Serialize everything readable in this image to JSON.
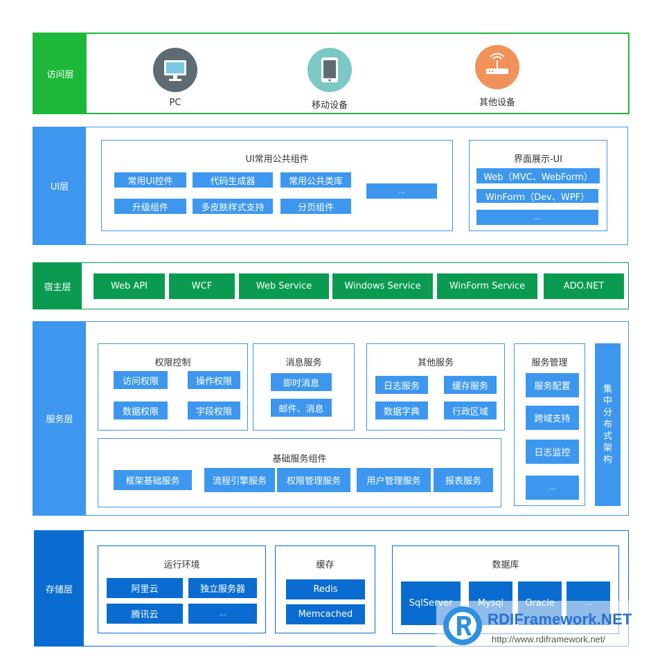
{
  "access": {
    "label": "访问层",
    "devices": [
      {
        "name": "PC",
        "icon": "monitor-icon",
        "color": "#5f6b73"
      },
      {
        "name": "移动设备",
        "icon": "tablet-icon",
        "color": "#7cc8c4"
      },
      {
        "name": "其他设备",
        "icon": "router-icon",
        "color": "#f09259"
      }
    ]
  },
  "ui": {
    "label": "UI层",
    "common": {
      "title": "UI常用公共组件",
      "items": [
        "常用UI控件",
        "代码生成器",
        "常用公共类库",
        "...",
        "升级组件",
        "多皮肤样式支持",
        "分页组件"
      ]
    },
    "display": {
      "title": "界面展示-UI",
      "items": [
        "Web（MVC、WebForm）",
        "WinForm（Dev、WPF）",
        "..."
      ]
    }
  },
  "host": {
    "label": "宿主层",
    "items": [
      "Web API",
      "WCF",
      "Web Service",
      "Windows Service",
      "WinForm Service",
      "ADO.NET"
    ]
  },
  "service": {
    "label": "服务层",
    "permission": {
      "title": "权限控制",
      "items": [
        "访问权限",
        "操作权限",
        "数据权限",
        "字段权限"
      ]
    },
    "message": {
      "title": "消息服务",
      "items": [
        "即时消息",
        "邮件、消息"
      ]
    },
    "other": {
      "title": "其他服务",
      "items": [
        "日志服务",
        "缓存服务",
        "数据字典",
        "行政区域"
      ]
    },
    "management": {
      "title": "服务管理",
      "items": [
        "服务配置",
        "跨域支持",
        "日志监控",
        "..."
      ]
    },
    "base": {
      "title": "基础服务组件",
      "items": [
        "框架基础服务",
        "流程引擎服务",
        "权限管理服务",
        "用户管理服务",
        "报表服务"
      ]
    },
    "distributed": "集中分布式架构"
  },
  "storage": {
    "label": "存储层",
    "runtime": {
      "title": "运行环境",
      "items": [
        "阿里云",
        "独立服务器",
        "腾讯云",
        "..."
      ]
    },
    "cache": {
      "title": "缓存",
      "items": [
        "Redis",
        "Memcached"
      ]
    },
    "database": {
      "title": "数据库",
      "items": [
        "SqlServer",
        "Mysql",
        "Oracle",
        "..."
      ]
    }
  },
  "watermark": {
    "brand": "RDIFramework.NET",
    "url": "http://www.rdiframework.net/"
  },
  "colors": {
    "green": "#0a9b50",
    "access_green": "#1db83a",
    "blue": "#3d97ee",
    "dark_blue": "#0a6cd0"
  }
}
